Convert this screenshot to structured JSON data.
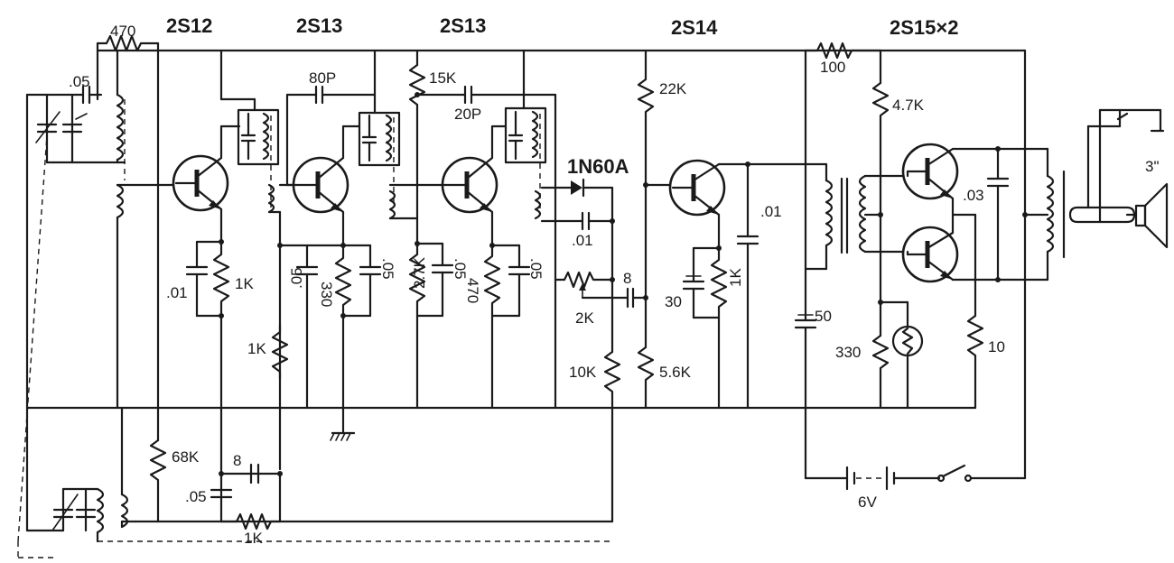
{
  "transistors": {
    "q1": "2S12",
    "q2": "2S13",
    "q3": "2S13",
    "q4": "2S14",
    "q5": "2S15×2"
  },
  "diode": "1N60A",
  "components": {
    "r_top_470": "470",
    "c_ant": ".05",
    "c_80p": "80P",
    "c_20p": "20P",
    "r_15k": "15K",
    "r_22k": "22K",
    "r_100": "100",
    "r_47k": "4.7K",
    "c_001_q1": ".01",
    "r_1k_q1": "1K",
    "c_05_q2": ".05",
    "r_330_q2": "330",
    "c_05_q2b": ".05",
    "r_27k": "2.7K",
    "c_05_q3": ".05",
    "r_470_q3": "470",
    "c_05_q3b": ".05",
    "c_001_det": ".01",
    "c_8_det": "8",
    "r_2k": "2K",
    "r_10k": "10K",
    "r_56k": "5.6K",
    "c_30": "30",
    "r_1k_q4": "1K",
    "c_001_q4": ".01",
    "c_03": ".03",
    "c_50": "50",
    "r_330_out": "330",
    "r_10": "10",
    "r_1k_low": "1K",
    "r_68k": "68K",
    "c_8_low": "8",
    "c_05_low": ".05",
    "r_1k_mid": "1K",
    "battery": "6V",
    "speaker": "3\""
  },
  "colors": {
    "ink": "#1a1a1a",
    "paper": "#ffffff"
  }
}
